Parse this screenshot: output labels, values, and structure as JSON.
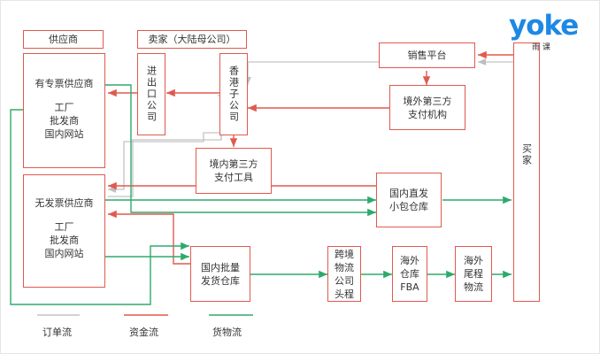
{
  "logo": {
    "wordmark": "yoke",
    "subtitle": "雨课"
  },
  "boxes": {
    "supplier_header": "供应商",
    "seller_header": "卖家（大陆母公司）",
    "invoice_supplier": {
      "title": "有专票供应商",
      "body": "工厂\n批发商\n国内网站"
    },
    "no_invoice_supplier": {
      "title": "无发票供应商",
      "body": "工厂\n批发商\n国内网站"
    },
    "import_export": "进出口公司",
    "hk_subsidiary": "香港子公司",
    "domestic_payment": "境内第三方\n支付工具",
    "sales_platform": "销售平台",
    "overseas_payment": "境外第三方\n支付机构",
    "direct_warehouse": "国内直发\n小包仓库",
    "bulk_warehouse": "国内批量\n发货仓库",
    "cross_border": "跨境\n物流\n公司\n头程",
    "fba": "海外\n仓库\nFBA",
    "last_mile": "海外\n尾程\n物流",
    "buyer": "买家"
  },
  "legend": {
    "order_flow": "订单流",
    "fund_flow": "资金流",
    "goods_flow": "货物流"
  },
  "colors": {
    "order_flow": "#c4c4c4",
    "fund_flow": "#e05a4f",
    "goods_flow": "#2eaa6b",
    "logo": "#1e88e5"
  }
}
